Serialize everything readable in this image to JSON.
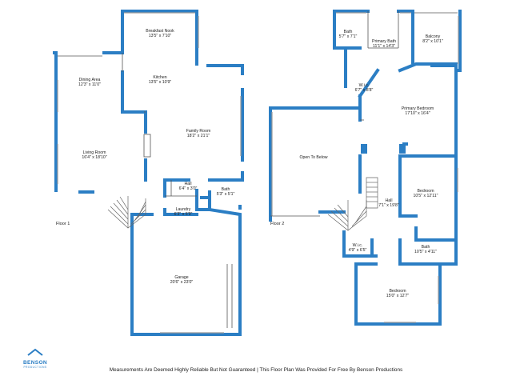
{
  "floors": [
    {
      "label": "Floor 1",
      "rooms": [
        {
          "name": "Breakfast Nook",
          "dims": "13'5\" x 7'10\""
        },
        {
          "name": "Dining Area",
          "dims": "12'3\" x 11'0\""
        },
        {
          "name": "Kitchen",
          "dims": "13'5\" x 10'9\""
        },
        {
          "name": "Family Room",
          "dims": "18'2\" x 21'1\""
        },
        {
          "name": "Living Room",
          "dims": "16'4\" x 18'10\""
        },
        {
          "name": "Hall",
          "dims": "6'4\" x 3'0\""
        },
        {
          "name": "Bath",
          "dims": "5'3\" x 5'1\""
        },
        {
          "name": "Laundry",
          "dims": "6'3\" x 5'9\""
        },
        {
          "name": "Garage",
          "dims": "20'6\" x 23'0\""
        }
      ]
    },
    {
      "label": "Floor 2",
      "rooms": [
        {
          "name": "Bath",
          "dims": "5'7\" x 7'1\""
        },
        {
          "name": "Primary Bath",
          "dims": "11'1\" x 14'3\""
        },
        {
          "name": "Balcony",
          "dims": "8'2\" x 10'1\""
        },
        {
          "name": "W.i.c.",
          "dims": "6'7\" x 8'8\""
        },
        {
          "name": "Primary Bedroom",
          "dims": "17'10\" x 16'4\""
        },
        {
          "name": "Open To Below",
          "dims": ""
        },
        {
          "name": "Bedroom",
          "dims": "10'5\" x 12'11\""
        },
        {
          "name": "Hall",
          "dims": "7'1\" x 19'8\""
        },
        {
          "name": "W.i.c.",
          "dims": "4'9\" x 6'5\""
        },
        {
          "name": "Bath",
          "dims": "10'5\" x 4'11\""
        },
        {
          "name": "Bedroom",
          "dims": "15'0\" x 12'7\""
        }
      ]
    }
  ],
  "logo": {
    "word": "BENSON",
    "sub": "PRODUCTIONS"
  },
  "footer": "Measurements Are Deemed Highly Reliable But Not Guaranteed | This Floor Plan Was Provided For Free By Benson Productions",
  "colors": {
    "wall": "#2b7ec4",
    "text": "#222222"
  }
}
